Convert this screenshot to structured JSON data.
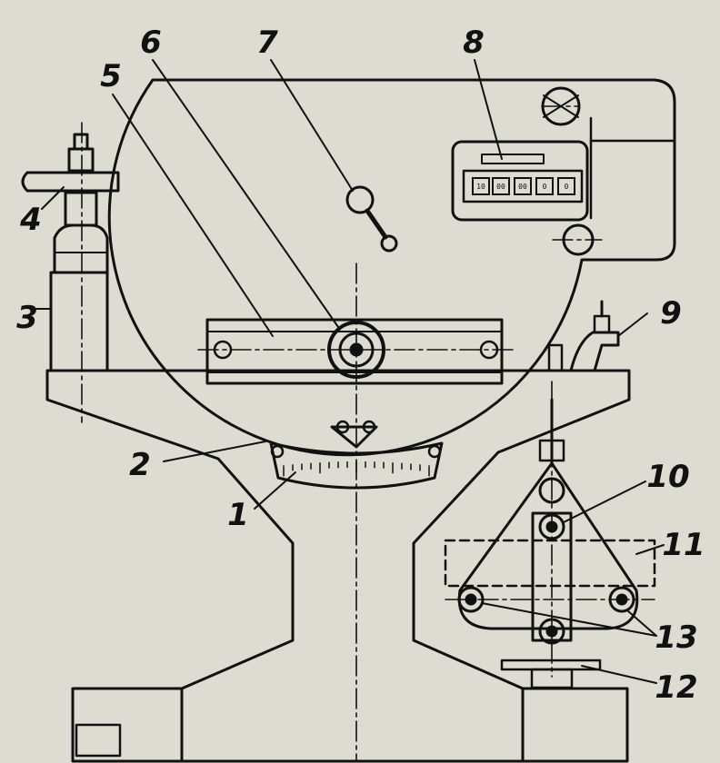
{
  "callouts": {
    "c1": "1",
    "c2": "2",
    "c3": "3",
    "c4": "4",
    "c5": "5",
    "c6": "6",
    "c7": "7",
    "c8": "8",
    "c9": "9",
    "c10": "10",
    "c11": "11",
    "c12": "12",
    "c13": "13"
  },
  "counter_display": {
    "digits": [
      "10",
      "00",
      "00",
      "0",
      "0"
    ]
  },
  "colors": {
    "background": "#dcdcd2",
    "ink": "#111111"
  }
}
